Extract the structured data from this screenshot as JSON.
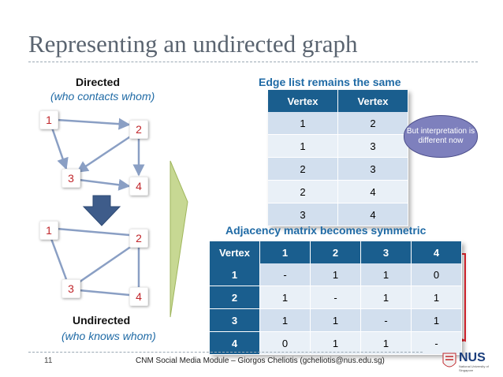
{
  "slide": {
    "title": "Representing an undirected graph",
    "page_number": "11",
    "footer": "CNM Social Media Module – Giorgos Cheliotis (gcheliotis@nus.edu.sg)"
  },
  "directed_graph": {
    "heading": "Directed",
    "subheading": "(who contacts whom)",
    "nodes": [
      "1",
      "2",
      "3",
      "4"
    ]
  },
  "undirected_graph": {
    "heading": "Undirected",
    "subheading": "(who knows whom)",
    "nodes": [
      "1",
      "2",
      "3",
      "4"
    ]
  },
  "edge_list": {
    "heading": "Edge list remains the same",
    "columns": [
      "Vertex",
      "Vertex"
    ],
    "rows": [
      [
        "1",
        "2"
      ],
      [
        "1",
        "3"
      ],
      [
        "2",
        "3"
      ],
      [
        "2",
        "4"
      ],
      [
        "3",
        "4"
      ]
    ]
  },
  "callout": {
    "text": "But interpretation is different now"
  },
  "adjacency": {
    "heading": "Adjacency matrix becomes symmetric",
    "columns": [
      "Vertex",
      "1",
      "2",
      "3",
      "4"
    ],
    "rows": [
      [
        "1",
        "-",
        "1",
        "1",
        "0"
      ],
      [
        "2",
        "1",
        "-",
        "1",
        "1"
      ],
      [
        "3",
        "1",
        "1",
        "-",
        "1"
      ],
      [
        "4",
        "0",
        "1",
        "1",
        "-"
      ]
    ]
  },
  "logo": {
    "text": "NUS",
    "subtext": "National University of Singapore"
  },
  "colors": {
    "accent_blue": "#1f6aa5",
    "node_red": "#c0262b",
    "table_header": "#1a5e8e",
    "highlight_red": "#e3262f",
    "callout": "#7e80bd"
  }
}
